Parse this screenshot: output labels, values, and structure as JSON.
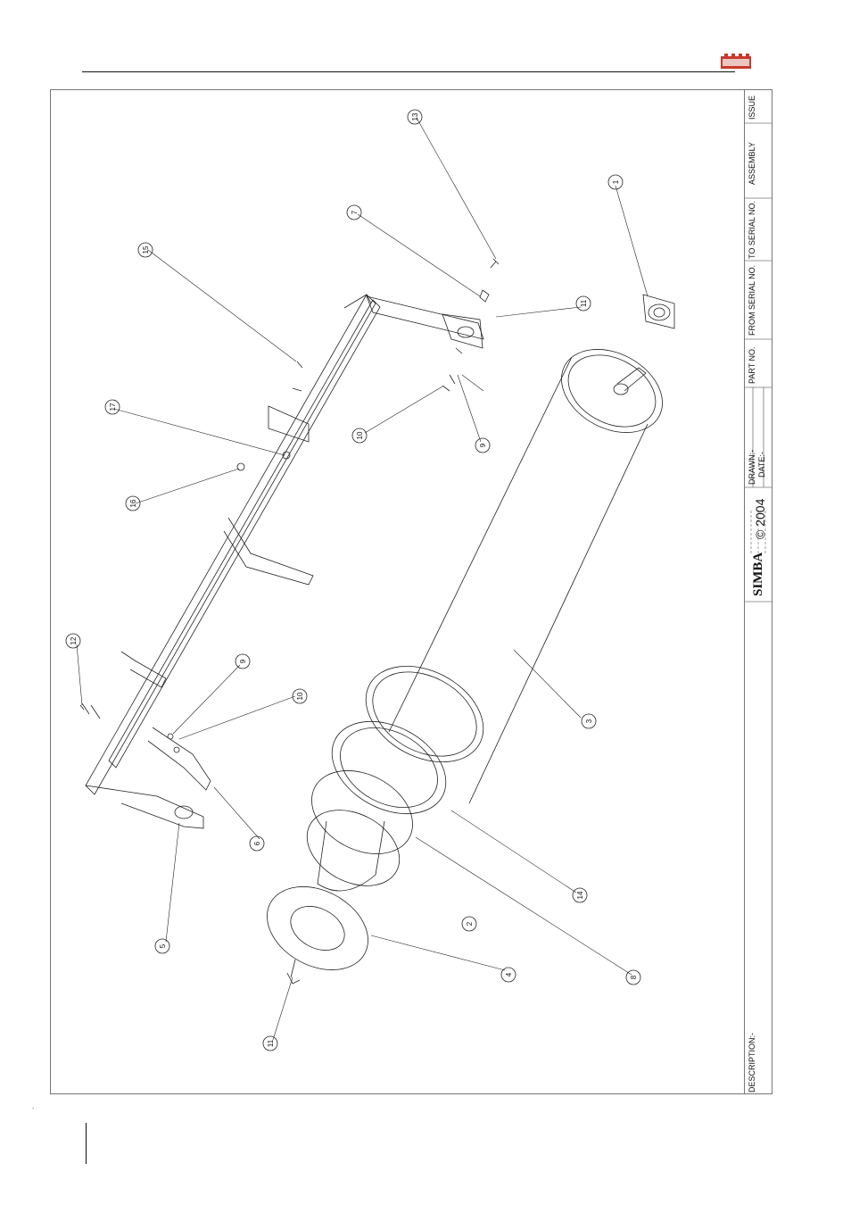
{
  "title_block": {
    "issue": "ISSUE",
    "assembly": "ASSEMBLY",
    "to_serial": "TO SERIAL NO.",
    "from_serial": "FROM SERIAL NO.",
    "part_no": "PART NO.",
    "drawn": "DRAWN:-",
    "date": "DATE:-",
    "copyright": "© 2004",
    "brand": "SIMBA",
    "description": "DESCRIPTION:-"
  },
  "callouts": [
    "1",
    "2",
    "3",
    "4",
    "5",
    "6",
    "7",
    "8",
    "9",
    "9",
    "10",
    "10",
    "11",
    "11",
    "12",
    "13",
    "14",
    "15",
    "16",
    "17"
  ],
  "colors": {
    "line": "#222222",
    "logo_red": "#c8392b"
  },
  "footer_mark": "."
}
